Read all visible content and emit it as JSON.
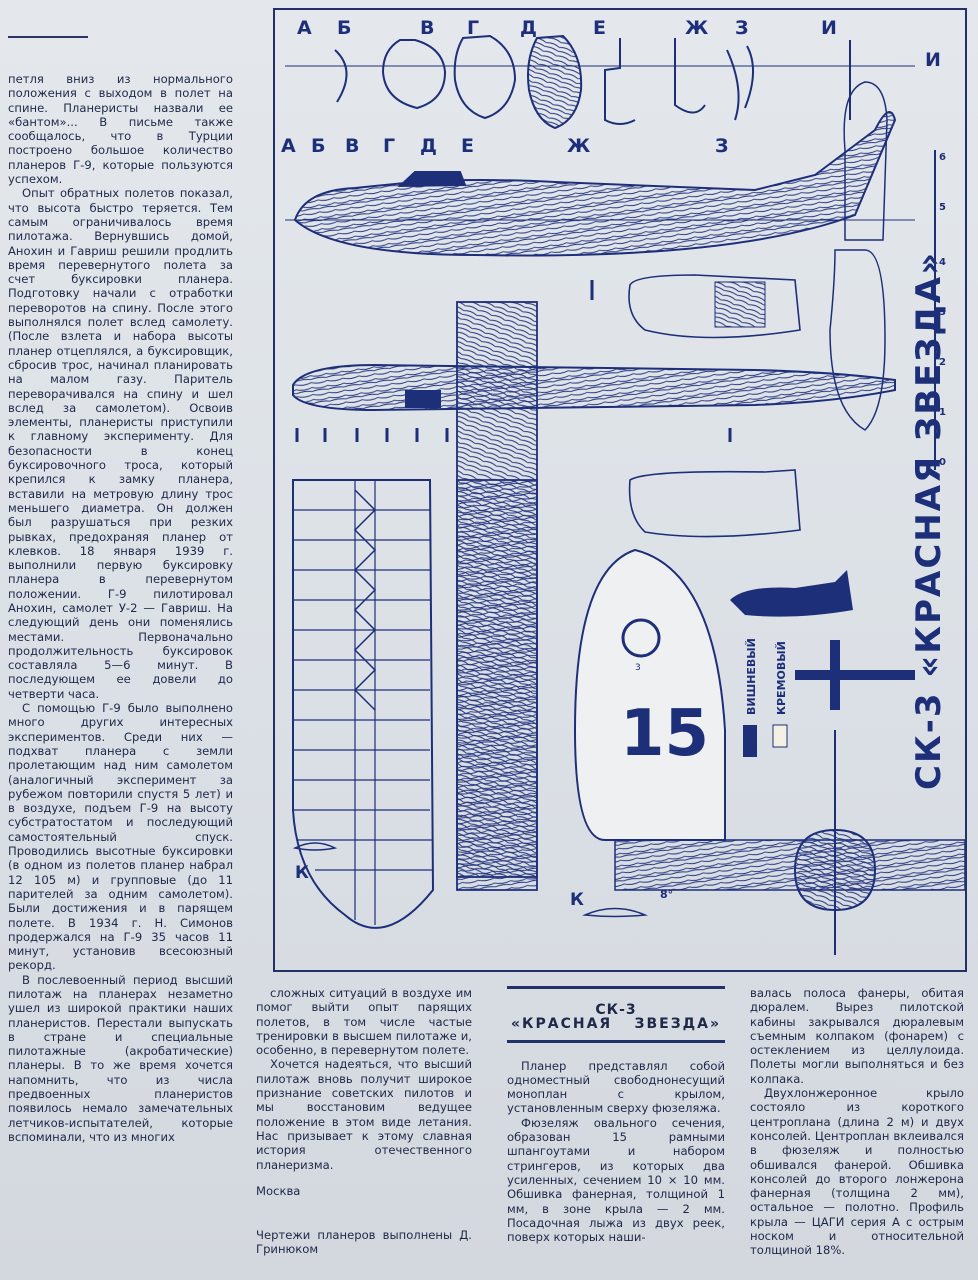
{
  "left_column": {
    "paragraphs": [
      "петля вниз из нормального положения с выходом в полет на спине. Планеристы назвали ее «бантом»... В письме также сообщалось, что в Турции построено большое количество планеров Г-9, которые пользуются успехом.",
      "Опыт обратных полетов показал, что высота быстро теряется. Тем самым ограничивалось время пилотажа. Вернувшись домой, Анохин и Гавриш решили продлить время перевернутого полета за счет буксировки планера. Подготовку начали с отработки переворотов на спину. После этого выполнялся полет вслед самолету. (После взлета и набора высоты планер отцеплялся, а буксировщик, сбросив трос, начинал планировать на малом газу. Паритель переворачивался на спину и шел вслед за самолетом). Освоив элементы, планеристы приступили к главному эксперименту. Для безопасности в конец буксировочного троса, который крепился к замку планера, вставили на метровую длину трос меньшего диаметра. Он должен был разрушаться при резких рывках, предохраняя планер от клевков. 18 января 1939 г. выполнили первую буксировку планера в перевернутом положении. Г-9 пилотировал Анохин, самолет У-2 — Гавриш. На следующий день они поменялись местами. Первоначально продолжительность буксировок составляла 5—6 минут. В последующем ее довели до четверти часа.",
      "С помощью Г-9 было выполнено много других интересных экспериментов. Среди них — подхват планера с земли пролетающим над ним самолетом (аналогичный эксперимент за рубежом повторили спустя 5 лет) и в воздухе, подъем Г-9 на высоту субстратостатом и последующий самостоятельный спуск. Проводились высотные буксировки (в одном из полетов планер набрал 12 105 м) и групповые (до 11 парителей за одним самолетом). Были достижения и в парящем полете. В 1934 г. Н. Симонов продержался на Г-9 35 часов 11 минут, установив всесоюзный рекорд.",
      "В послевоенный период высший пилотаж на планерах незаметно ушел из широкой практики наших планеристов. Перестали выпускать в стране и специальные пилотажные (акробатические) планеры. В то же время хочется напомнить, что из числа предвоенных планеристов появилось немало замечательных летчиков-испытателей, которые вспоминали, что из многих"
    ]
  },
  "drawing": {
    "title": "СК-3 «КРАСНАЯ ЗВЕЗДА»",
    "section_letters_top": [
      "А",
      "Б",
      "В",
      "Г",
      "Д",
      "Е",
      "Ж",
      "З",
      "И"
    ],
    "section_letters_side": [
      "А",
      "Б",
      "В",
      "Г",
      "Д",
      "Е",
      "Ж",
      "З"
    ],
    "side_letter_right": "И",
    "color_labels": [
      "ВИШНЕВЫЙ",
      "КРЕМОВЫЙ"
    ],
    "tail_number": "15",
    "tail_emblem_digit": "3",
    "wing_section_label": "К",
    "wing_section_label_2": "К",
    "dihedral_label": "8°",
    "scale_digits": [
      "6",
      "5",
      "4",
      "3",
      "2",
      "1",
      "0"
    ],
    "colors": {
      "ink": "#1e2f7a",
      "paper": "#e6eaee",
      "cherry": "#1e2f7a",
      "cream": "#f4f1e4"
    }
  },
  "bottom_mid": {
    "paragraphs": [
      "сложных ситуаций в воздухе им помог выйти опыт парящих полетов, в том числе частые тренировки в высшем пилотаже и, особенно, в перевернутом полете.",
      "Хочется надеяться, что высший пилотаж вновь получит широкое признание советских пилотов и мы восстановим ведущее положение в этом виде летания. Нас призывает к этому славная история отечественного планеризма."
    ],
    "city": "Москва",
    "credit": "Чертежи планеров выполнены Д. Гринюком"
  },
  "section": {
    "heading_1": "СК-3",
    "heading_2_left": "«КРАСНАЯ",
    "heading_2_right": "ЗВЕЗДА»",
    "paragraphs": [
      "Планер представлял собой одноместный свободнонесущий моноплан с крылом, установленным сверху фюзеляжа.",
      "Фюзеляж овального сечения, образован 15 рамными шпангоутами и набором стрингеров, из которых два усиленных, сечением 10 × 10 мм. Обшивка фанерная, толщиной 1 мм, в зоне крыла — 2 мм. Посадочная лыжа из двух реек, поверх которых наши-"
    ]
  },
  "right_column": {
    "paragraphs": [
      "валась полоса фанеры, обитая дюралем. Вырез пилотской кабины закрывался дюралевым съемным колпаком (фонарем) с остеклением из целлулоида. Полеты могли выполняться и без колпака.",
      "Двухлонжеронное крыло состояло из короткого центроплана (длина 2 м) и двух консолей. Центроплан вклеивался в фюзеляж и полностью обшивался фанерой. Обшивка консолей до второго лонжерона фанерная (толщина 2 мм), остальное — полотно. Профиль крыла — ЦАГИ серия А с острым носком и относительной толщиной 18%."
    ]
  }
}
